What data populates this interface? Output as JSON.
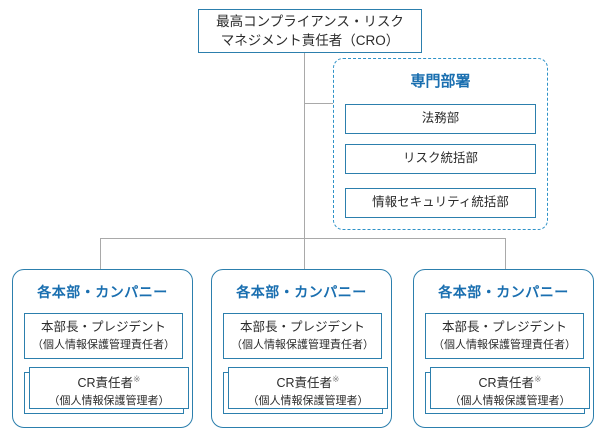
{
  "diagram": {
    "cro": {
      "line1": "最高コンプライアンス・リスク",
      "line2": "マネジメント責任者（CRO）"
    },
    "specialized": {
      "title": "専門部署",
      "departments": [
        {
          "label": "法務部"
        },
        {
          "label": "リスク統括部"
        },
        {
          "label": "情報セキュリティ統括部"
        }
      ]
    },
    "divisions": [
      {
        "title": "各本部・カンパニー",
        "head_line1": "本部長・プレジデント",
        "head_line2": "（個人情報保護管理責任者）",
        "cr_line1": "CR責任者",
        "cr_ref": "※",
        "cr_line2": "（個人情報保護管理者）"
      },
      {
        "title": "各本部・カンパニー",
        "head_line1": "本部長・プレジデント",
        "head_line2": "（個人情報保護管理責任者）",
        "cr_line1": "CR責任者",
        "cr_ref": "※",
        "cr_line2": "（個人情報保護管理者）"
      },
      {
        "title": "各本部・カンパニー",
        "head_line1": "本部長・プレジデント",
        "head_line2": "（個人情報保護管理責任者）",
        "cr_line1": "CR責任者",
        "cr_ref": "※",
        "cr_line2": "（個人情報保護管理者）"
      }
    ],
    "colors": {
      "border_blue": "#2c7fad",
      "dashed_blue": "#2e92c8",
      "title_blue": "#1a6fb0",
      "text": "#2b2b2b",
      "connector_gray": "#a9a9a9",
      "ref_mark_gray": "#888888"
    }
  }
}
